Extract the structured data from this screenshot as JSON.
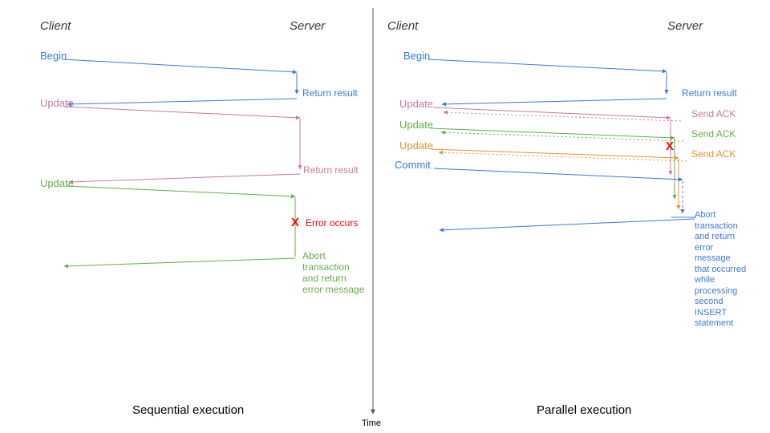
{
  "colors": {
    "blue": "#3c78d8",
    "pink": "#c27ba0",
    "green": "#6aa84f",
    "orange": "#e69138",
    "red": "#ff0000",
    "axis": "#555555"
  },
  "timeline": {
    "label": "Time"
  },
  "left": {
    "title": "Sequential execution",
    "client_header": "Client",
    "server_header": "Server",
    "messages": {
      "begin": "Begin",
      "return1": "Return result",
      "update1": "Update",
      "return2": "Return result",
      "update2": "Update",
      "error_glyph": "X",
      "error_label": "Error occurs",
      "abort": "Abort\ntransaction\nand return\nerror message"
    }
  },
  "right": {
    "title": "Parallel execution",
    "client_header": "Client",
    "server_header": "Server",
    "messages": {
      "begin": "Begin",
      "return1": "Return result",
      "update1": "Update",
      "ack1": "Send ACK",
      "update2": "Update",
      "ack2": "Send ACK",
      "update3": "Update",
      "ack3": "Send ACK",
      "commit": "Commit",
      "error_glyph": "X",
      "abort": "Abort\ntransaction\nand return\nerror\nmessage\nthat occurred\nwhile\nprocessing\nsecond\nINSERT\nstatement"
    }
  }
}
